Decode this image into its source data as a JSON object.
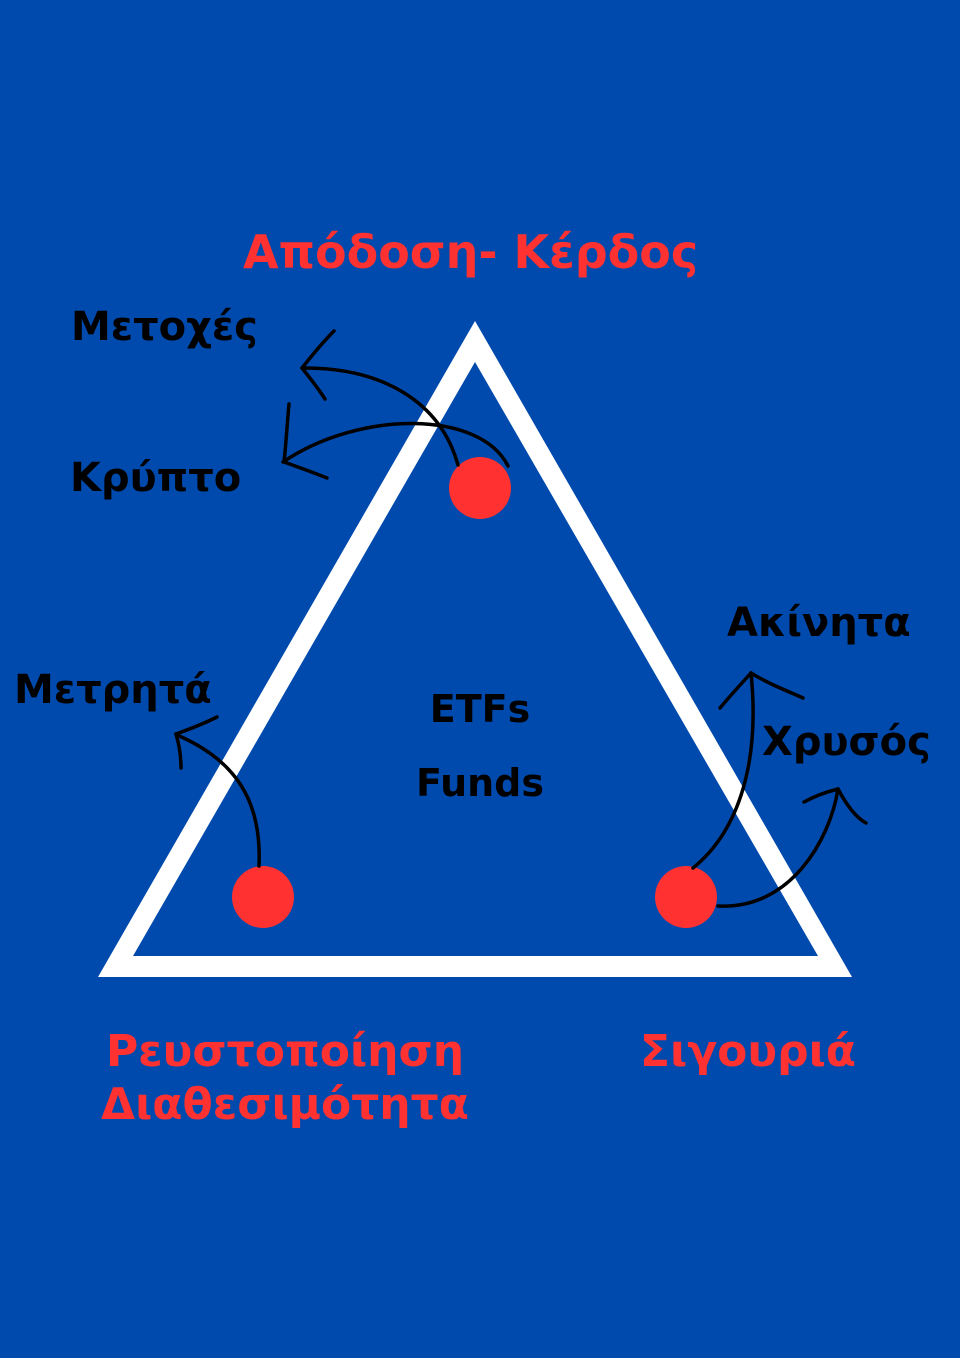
{
  "colors": {
    "background": "#004aad",
    "triangle": "#ffffff",
    "dot": "#ff3131",
    "heading_text": "#ff3131",
    "item_text": "#000000",
    "arrow": "#000000"
  },
  "title": "Απόδοση- Κέρδος",
  "top_vertex": {
    "items": [
      "Μετοχές",
      "Κρύπτο"
    ]
  },
  "bottom_left_vertex": {
    "heading_line1": "Ρευστοποίηση",
    "heading_line2": "Διαθεσιμότητα",
    "items": [
      "Μετρητά"
    ]
  },
  "bottom_right_vertex": {
    "heading": "Σιγουριά",
    "items": [
      "Ακίνητα",
      "Χρυσός"
    ]
  },
  "center": {
    "line1": "ETFs",
    "line2": "Funds"
  }
}
